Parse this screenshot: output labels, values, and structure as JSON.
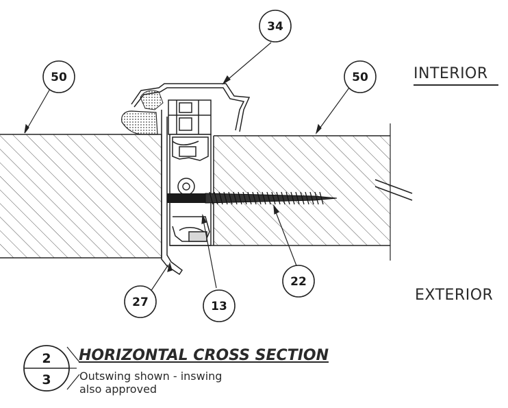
{
  "labels": {
    "interior": "INTERIOR",
    "exterior": "EXTERIOR"
  },
  "callouts": {
    "c34": "34",
    "c50_left": "50",
    "c50_right": "50",
    "c22": "22",
    "c27": "27",
    "c13": "13"
  },
  "section": {
    "number": "2",
    "sheet": "3",
    "title": "HORIZONTAL CROSS SECTION",
    "note_line1": "Outswing shown - inswing",
    "note_line2": "also approved"
  }
}
